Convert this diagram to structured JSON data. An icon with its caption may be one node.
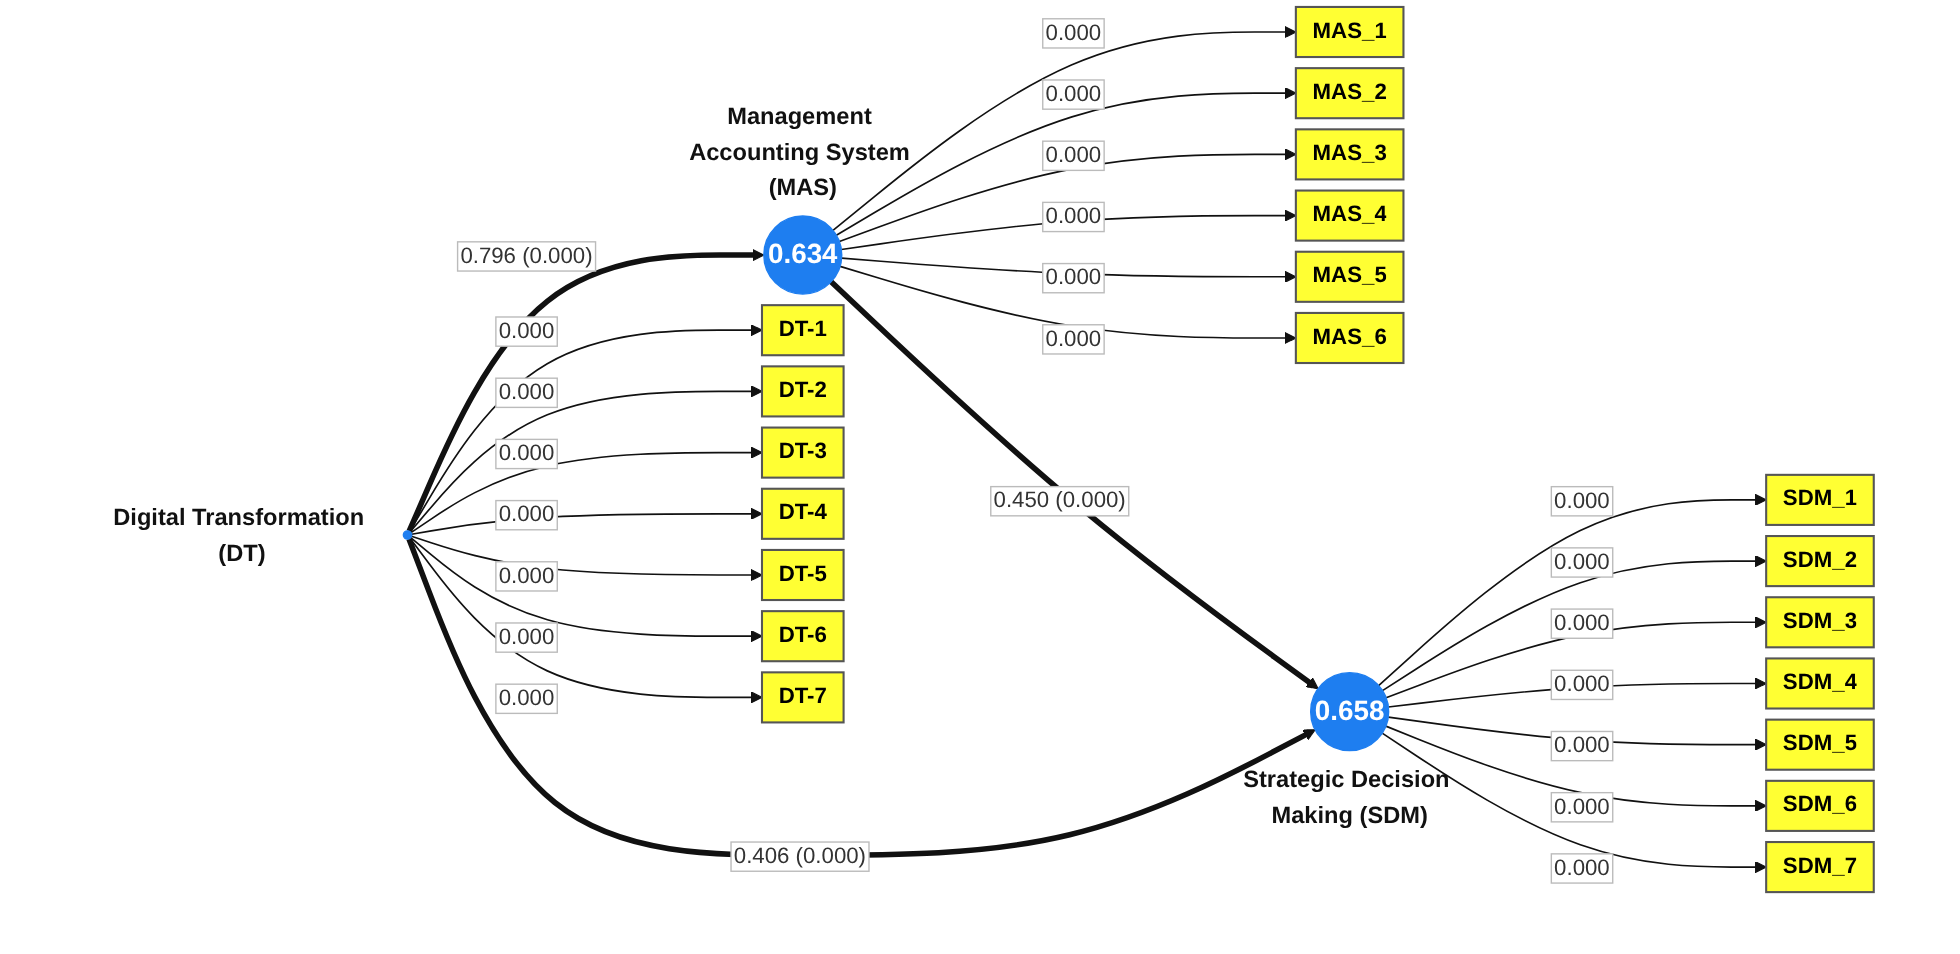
{
  "diagram": {
    "nodes": [
      {
        "text": [
          "MAS_1"
        ]
      },
      {
        "text": [
          "MAS_2"
        ]
      },
      {
        "text": [
          "MAS_3"
        ]
      },
      {
        "text": [
          "MAS_4"
        ]
      },
      {
        "text": [
          "MAS_5"
        ]
      },
      {
        "text": [
          "MAS_6"
        ]
      },
      {
        "text": [
          "0.634"
        ],
        "beside": [
          "Management Accounting System (MAS)"
        ]
      },
      {
        "text": [
          "DT-1"
        ]
      },
      {
        "text": [
          "DT-2"
        ]
      },
      {
        "text": [
          "DT-3"
        ]
      },
      {
        "text": [
          "DT-4"
        ]
      },
      {
        "text": [
          "DT-5"
        ]
      },
      {
        "text": [
          "DT-6"
        ]
      },
      {
        "text": [
          "DT-7"
        ]
      },
      {
        "text": [],
        "shape": "circle",
        "beside": [
          "Digital Transformation (DT)"
        ]
      },
      {
        "text": [
          "SDM_1"
        ]
      },
      {
        "text": [
          "SDM_2"
        ]
      },
      {
        "text": [
          "SDM_3"
        ]
      },
      {
        "text": [
          "SDM_4"
        ]
      },
      {
        "text": [
          "SDM_5"
        ]
      },
      {
        "text": [
          "SDM_6"
        ]
      },
      {
        "text": [
          "SDM_7"
        ]
      },
      {
        "text": [
          "0.658"
        ],
        "beside": [
          "Strategic Decision Making (SDM)"
        ]
      }
    ],
    "edges": [
      {
        "from": 6,
        "to": 0,
        "arrow": "to",
        "label": "0.000"
      },
      {
        "from": 6,
        "to": 1,
        "arrow": "to",
        "label": "0.000"
      },
      {
        "from": 6,
        "to": 2,
        "arrow": "to",
        "label": "0.000"
      },
      {
        "from": 6,
        "to": 3,
        "arrow": "to",
        "label": "0.000"
      },
      {
        "from": 6,
        "to": 4,
        "arrow": "to",
        "label": "0.000"
      },
      {
        "from": 6,
        "to": 5,
        "arrow": "to",
        "label": "0.000"
      },
      {
        "from": 14,
        "to": 7,
        "arrow": "to",
        "label": "0.000"
      },
      {
        "from": 14,
        "to": 8,
        "arrow": "to",
        "label": "0.000"
      },
      {
        "from": 14,
        "to": 9,
        "arrow": "to",
        "label": "0.000"
      },
      {
        "from": 14,
        "to": 10,
        "arrow": "to",
        "label": "0.000"
      },
      {
        "from": 14,
        "to": 11,
        "arrow": "to",
        "label": "0.000"
      },
      {
        "from": 14,
        "to": 12,
        "arrow": "to",
        "label": "0.000"
      },
      {
        "from": 14,
        "to": 13,
        "arrow": "to",
        "label": "0.000"
      },
      {
        "from": 14,
        "to": 6,
        "arrow": "to",
        "label": "0.796 (0.000)",
        "style": "thick"
      },
      {
        "from": 6,
        "to": 22,
        "arrow": "to",
        "label": "0.450 (0.000)",
        "style": "thick"
      },
      {
        "from": 14,
        "to": 22,
        "arrow": "to",
        "label": "0.406 (0.000)",
        "style": "thick"
      },
      {
        "from": 22,
        "to": 15,
        "arrow": "to",
        "label": "0.000"
      },
      {
        "from": 22,
        "to": 16,
        "arrow": "to",
        "label": "0.000"
      },
      {
        "from": 22,
        "to": 17,
        "arrow": "to",
        "label": "0.000"
      },
      {
        "from": 22,
        "to": 18,
        "arrow": "to",
        "label": "0.000"
      },
      {
        "from": 22,
        "to": 19,
        "arrow": "to",
        "label": "0.000"
      },
      {
        "from": 22,
        "to": 20,
        "arrow": "to",
        "label": "0.000"
      },
      {
        "from": 22,
        "to": 21,
        "arrow": "to",
        "label": "0.000"
      }
    ]
  }
}
